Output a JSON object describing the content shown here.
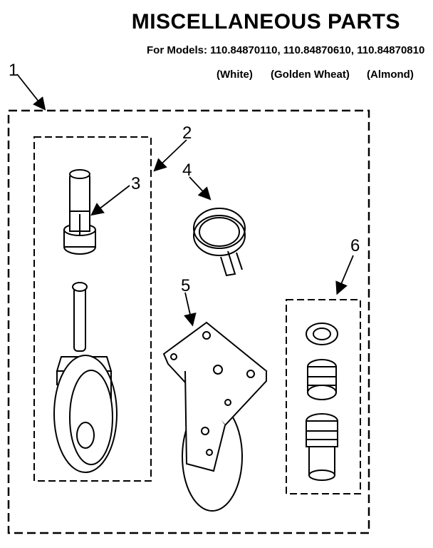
{
  "header": {
    "title": "MISCELLANEOUS PARTS",
    "models_line": "For Models: 110.84870110, 110.84870610, 110.84870810",
    "colors": [
      "(White)",
      "(Golden Wheat)",
      "(Almond)"
    ]
  },
  "callouts": [
    "1",
    "2",
    "3",
    "4",
    "5",
    "6"
  ]
}
